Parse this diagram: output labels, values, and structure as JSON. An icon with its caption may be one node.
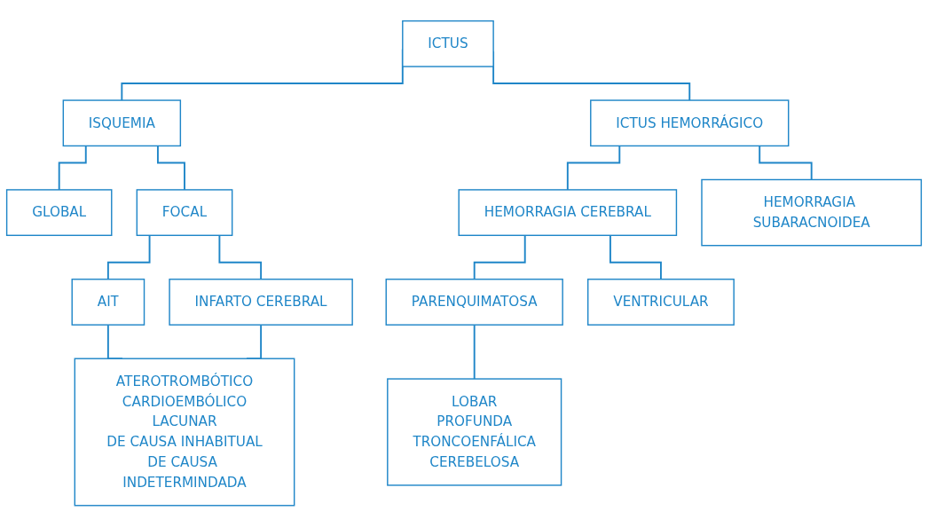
{
  "diagram": {
    "nodes": [
      {
        "text": [
          "ICTUS"
        ]
      },
      {
        "text": [
          "ISQUEMIA"
        ]
      },
      {
        "text": [
          "ICTUS HEMORRÁGICO"
        ]
      },
      {
        "text": [
          "GLOBAL"
        ]
      },
      {
        "text": [
          "FOCAL"
        ]
      },
      {
        "text": [
          "HEMORRAGIA CEREBRAL"
        ]
      },
      {
        "text": [
          "HEMORRAGIA SUBARACNOIDEA"
        ]
      },
      {
        "text": [
          "AIT"
        ]
      },
      {
        "text": [
          "INFARTO CEREBRAL"
        ]
      },
      {
        "text": [
          "PARENQUIMATOSA"
        ]
      },
      {
        "text": [
          "VENTRICULAR"
        ]
      },
      {
        "text": [
          "ATEROTROMBÓTICO",
          "CARDIOEMBÓLICO",
          "LACUNAR",
          "DE CAUSA INHABITUAL",
          "DE CAUSA INDETERMINDADA"
        ]
      },
      {
        "text": [
          "LOBAR",
          "PROFUNDA",
          "TRONCOENFÁLICA",
          "CEREBELOSA"
        ]
      }
    ],
    "edges": [
      {
        "from": 0,
        "to": 1,
        "arrow": "none"
      },
      {
        "from": 0,
        "to": 2,
        "arrow": "none"
      },
      {
        "from": 1,
        "to": 3,
        "arrow": "none"
      },
      {
        "from": 1,
        "to": 4,
        "arrow": "none"
      },
      {
        "from": 2,
        "to": 5,
        "arrow": "none"
      },
      {
        "from": 2,
        "to": 6,
        "arrow": "none"
      },
      {
        "from": 4,
        "to": 7,
        "arrow": "none"
      },
      {
        "from": 4,
        "to": 8,
        "arrow": "none"
      },
      {
        "from": 5,
        "to": 9,
        "arrow": "none"
      },
      {
        "from": 5,
        "to": 10,
        "arrow": "none"
      },
      {
        "from": 7,
        "to": 11,
        "arrow": "none"
      },
      {
        "from": 8,
        "to": 11,
        "arrow": "none"
      },
      {
        "from": 9,
        "to": 12,
        "arrow": "none"
      }
    ]
  }
}
